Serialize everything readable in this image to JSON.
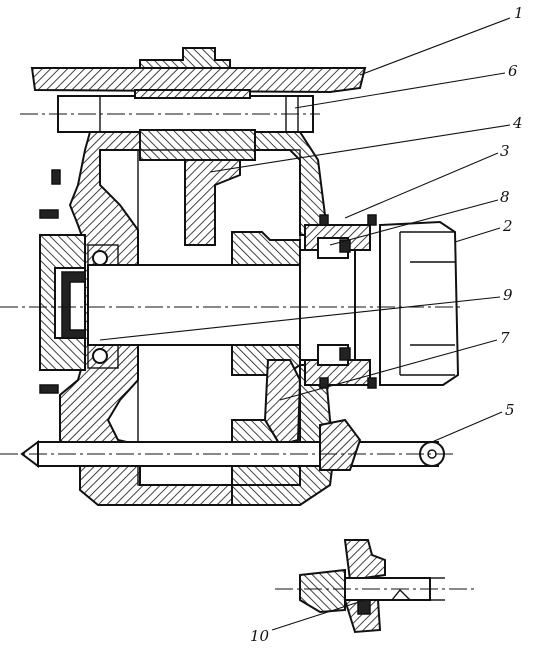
{
  "labels": [
    {
      "id": "1",
      "text": "1"
    },
    {
      "id": "6",
      "text": "6"
    },
    {
      "id": "4",
      "text": "4"
    },
    {
      "id": "3",
      "text": "3"
    },
    {
      "id": "8",
      "text": "8"
    },
    {
      "id": "2",
      "text": "2"
    },
    {
      "id": "9",
      "text": "9"
    },
    {
      "id": "7",
      "text": "7"
    },
    {
      "id": "5",
      "text": "5"
    },
    {
      "id": "10",
      "text": "10"
    }
  ],
  "colors": {
    "ink": "#111111",
    "paper": "#ffffff"
  }
}
